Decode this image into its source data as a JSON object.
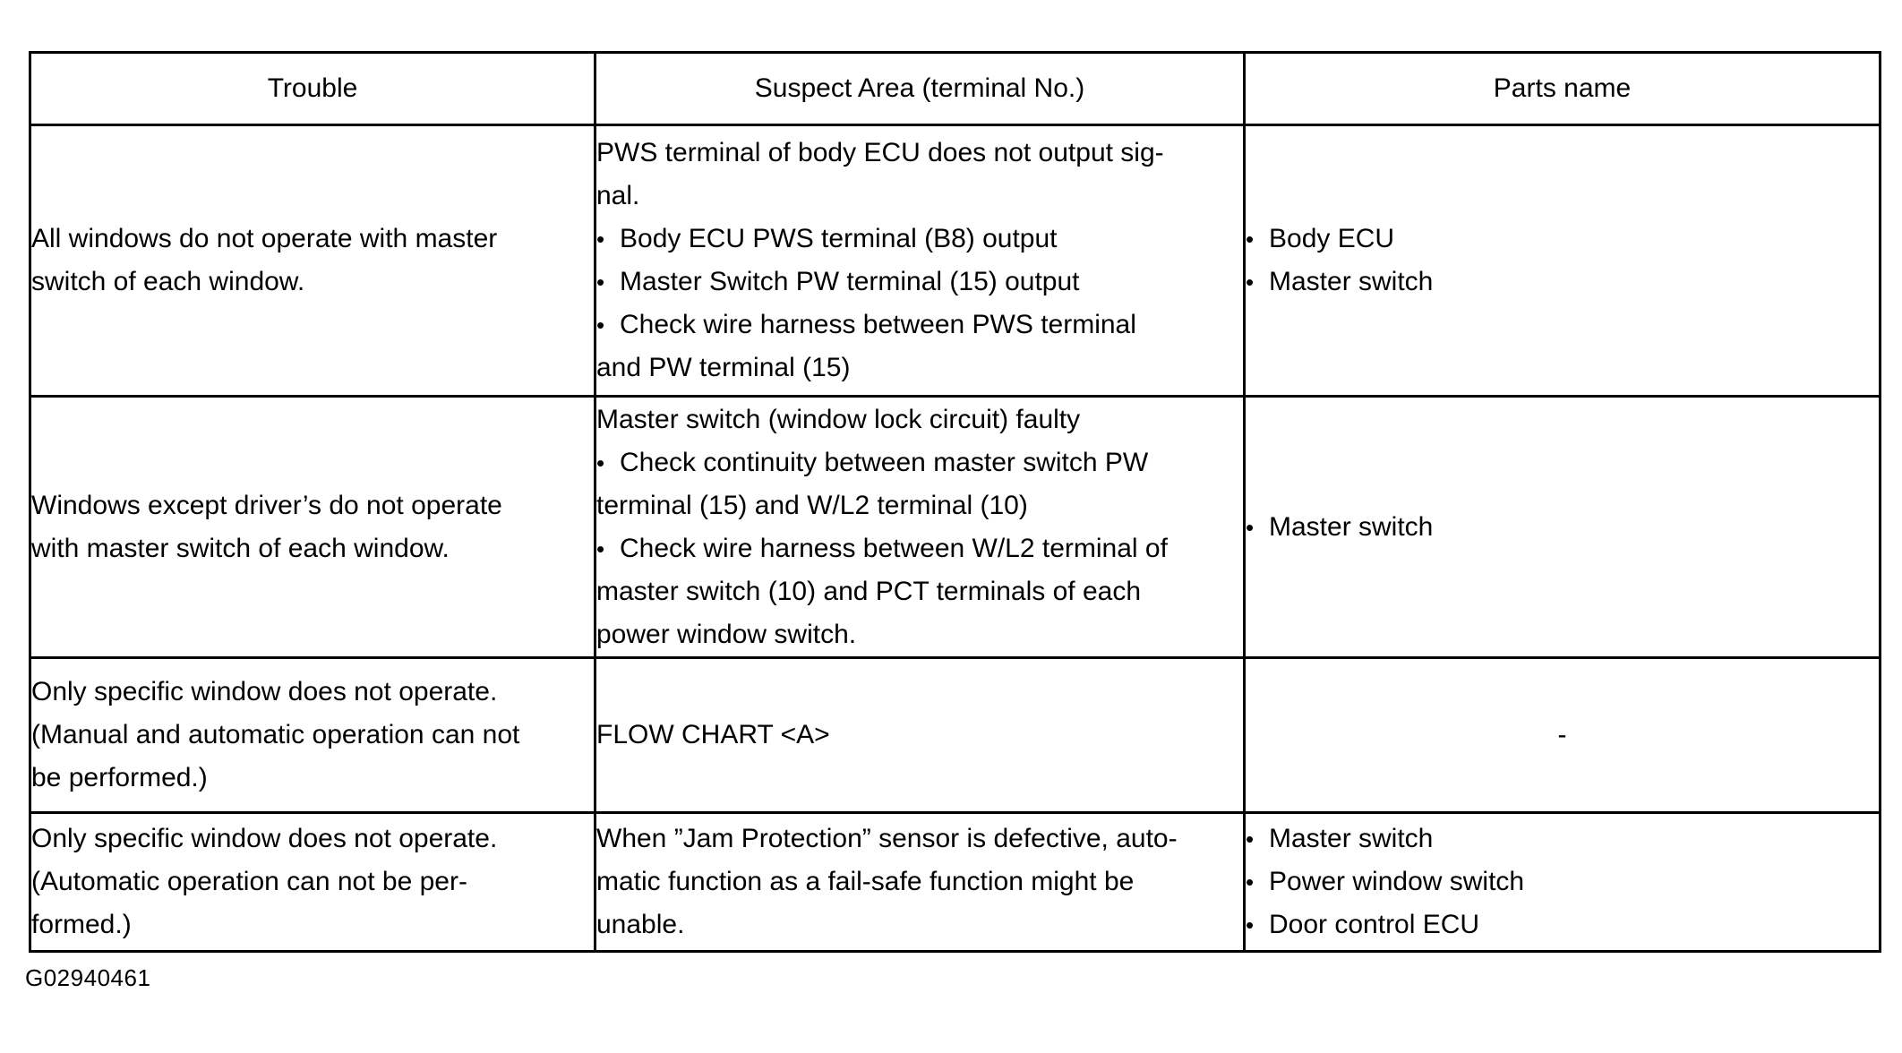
{
  "table": {
    "headers": [
      "Trouble",
      "Suspect Area (terminal No.)",
      "Parts name"
    ],
    "rows": [
      {
        "trouble": [
          "All windows do not operate with master",
          "switch of each window."
        ],
        "suspect": {
          "intro": [
            "PWS terminal of body ECU does not output sig-",
            "nal."
          ],
          "bullets": [
            [
              "Body ECU PWS terminal (B8) output"
            ],
            [
              "Master Switch PW terminal (15) output"
            ],
            [
              "Check wire harness between PWS terminal",
              "and PW terminal (15)"
            ]
          ]
        },
        "parts": [
          "Body ECU",
          "Master switch"
        ],
        "parts_plain": null
      },
      {
        "trouble": [
          "Windows except driver’s do not operate",
          "with master switch of each window."
        ],
        "suspect": {
          "intro": [
            "Master switch (window lock circuit) faulty"
          ],
          "bullets": [
            [
              "Check continuity between master switch PW",
              "terminal (15) and W/L2 terminal (10)"
            ],
            [
              "Check wire harness between W/L2 terminal of",
              "master switch (10) and PCT terminals of each",
              "power window switch."
            ]
          ]
        },
        "parts": [
          "Master switch"
        ],
        "parts_plain": null
      },
      {
        "trouble": [
          "Only specific window does not operate.",
          "(Manual and automatic operation can not",
          "be performed.)"
        ],
        "suspect": {
          "intro": [
            "FLOW CHART <A>"
          ],
          "bullets": []
        },
        "parts": [],
        "parts_plain": "-"
      },
      {
        "trouble": [
          "Only specific window does not operate.",
          "(Automatic operation can not be per-",
          "formed.)"
        ],
        "suspect": {
          "intro": [
            "When ”Jam Protection” sensor is defective, auto-",
            "matic function as a fail-safe function might be",
            "unable."
          ],
          "bullets": []
        },
        "parts": [
          "Master switch",
          "Power window switch",
          "Door control ECU"
        ],
        "parts_plain": null
      }
    ]
  },
  "caption": "G02940461",
  "colors": {
    "border": "#000000",
    "text": "#000000",
    "background": "#ffffff"
  }
}
